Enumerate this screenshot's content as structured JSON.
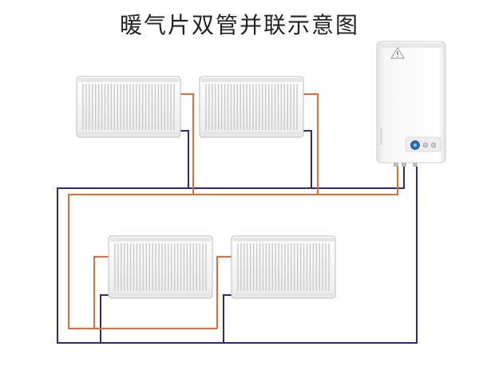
{
  "title": "暖气片双管并联示意图",
  "colors": {
    "supply_pipe": "#ee6a2a",
    "return_pipe": "#2a2a8c",
    "radiator_body": "#f4f4f4",
    "radiator_fins": "#c9c9c9",
    "boiler_body": "#f2f2f2"
  },
  "radiators": [
    {
      "id": "radiator-1",
      "row": "upper",
      "position": "left"
    },
    {
      "id": "radiator-2",
      "row": "upper",
      "position": "right"
    },
    {
      "id": "radiator-3",
      "row": "lower",
      "position": "left"
    },
    {
      "id": "radiator-4",
      "row": "lower",
      "position": "right"
    }
  ],
  "boiler": {
    "icons": [
      "warning-triangle-icon",
      "control-knob-icon",
      "control-button-icon",
      "control-button-icon"
    ]
  }
}
